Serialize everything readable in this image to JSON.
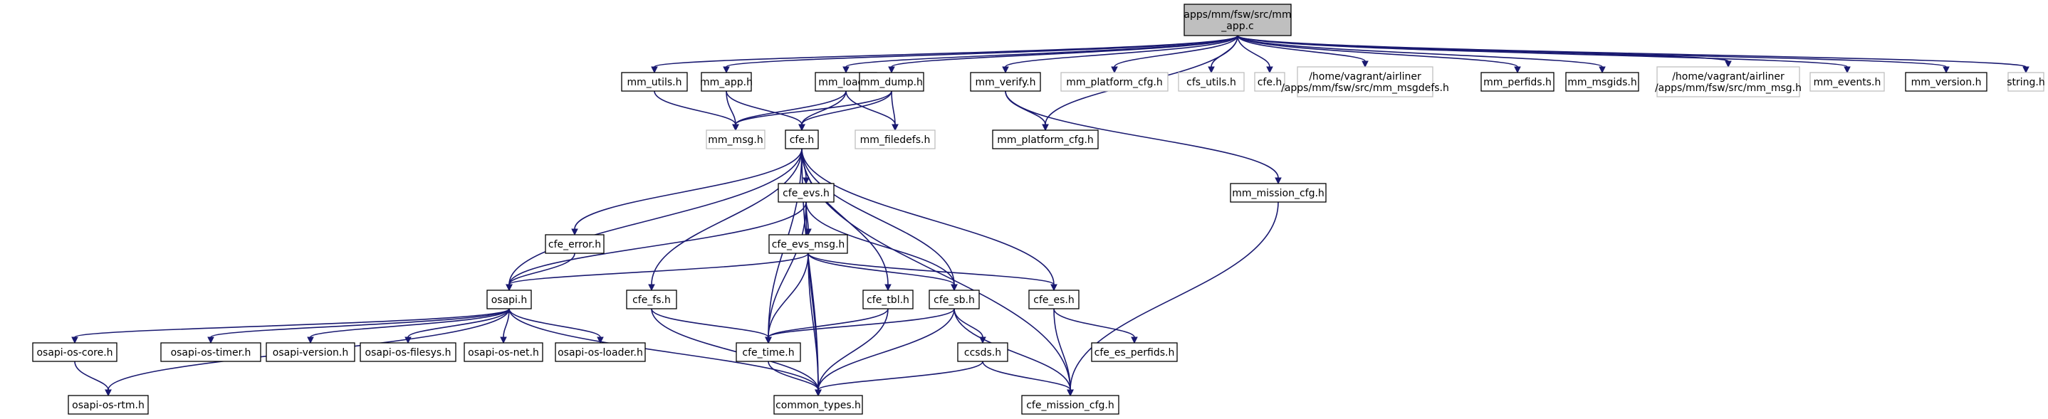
{
  "graph": {
    "nodes": {
      "root": {
        "lines": [
          "apps/mm/fsw/src/mm",
          "_app.c"
        ],
        "style": "root"
      },
      "mm_utils": {
        "lines": [
          "mm_utils.h"
        ],
        "style": "normal"
      },
      "mm_app": {
        "lines": [
          "mm_app.h"
        ],
        "style": "normal"
      },
      "mm_load": {
        "lines": [
          "mm_load.h"
        ],
        "style": "normal"
      },
      "mm_dump": {
        "lines": [
          "mm_dump.h"
        ],
        "style": "normal"
      },
      "mm_verify": {
        "lines": [
          "mm_verify.h"
        ],
        "style": "normal"
      },
      "mm_platform_cfg_missing": {
        "lines": [
          "mm_platform_cfg.h"
        ],
        "style": "missing"
      },
      "cfs_utils": {
        "lines": [
          "cfs_utils.h"
        ],
        "style": "missing"
      },
      "cfe_top": {
        "lines": [
          "cfe.h"
        ],
        "style": "missing"
      },
      "mm_msgdefs": {
        "lines": [
          "/home/vagrant/airliner",
          "/apps/mm/fsw/src/mm_msgdefs.h"
        ],
        "style": "missing"
      },
      "mm_perfids": {
        "lines": [
          "mm_perfids.h"
        ],
        "style": "normal"
      },
      "mm_msgids": {
        "lines": [
          "mm_msgids.h"
        ],
        "style": "normal"
      },
      "mm_msg_path": {
        "lines": [
          "/home/vagrant/airliner",
          "/apps/mm/fsw/src/mm_msg.h"
        ],
        "style": "missing"
      },
      "mm_events": {
        "lines": [
          "mm_events.h"
        ],
        "style": "missing"
      },
      "mm_version": {
        "lines": [
          "mm_version.h"
        ],
        "style": "normal"
      },
      "string": {
        "lines": [
          "string.h"
        ],
        "style": "missing"
      },
      "mm_msg": {
        "lines": [
          "mm_msg.h"
        ],
        "style": "missing"
      },
      "cfe": {
        "lines": [
          "cfe.h"
        ],
        "style": "normal"
      },
      "mm_filedefs": {
        "lines": [
          "mm_filedefs.h"
        ],
        "style": "missing"
      },
      "mm_platform_cfg": {
        "lines": [
          "mm_platform_cfg.h"
        ],
        "style": "normal"
      },
      "cfe_evs": {
        "lines": [
          "cfe_evs.h"
        ],
        "style": "normal"
      },
      "mm_mission_cfg": {
        "lines": [
          "mm_mission_cfg.h"
        ],
        "style": "normal"
      },
      "cfe_error": {
        "lines": [
          "cfe_error.h"
        ],
        "style": "normal"
      },
      "cfe_evs_msg": {
        "lines": [
          "cfe_evs_msg.h"
        ],
        "style": "normal"
      },
      "osapi": {
        "lines": [
          "osapi.h"
        ],
        "style": "normal"
      },
      "cfe_fs": {
        "lines": [
          "cfe_fs.h"
        ],
        "style": "normal"
      },
      "cfe_tbl": {
        "lines": [
          "cfe_tbl.h"
        ],
        "style": "normal"
      },
      "cfe_sb": {
        "lines": [
          "cfe_sb.h"
        ],
        "style": "normal"
      },
      "cfe_es": {
        "lines": [
          "cfe_es.h"
        ],
        "style": "normal"
      },
      "osapi_os_core": {
        "lines": [
          "osapi-os-core.h"
        ],
        "style": "normal"
      },
      "osapi_os_timer": {
        "lines": [
          "osapi-os-timer.h"
        ],
        "style": "normal"
      },
      "osapi_version": {
        "lines": [
          "osapi-version.h"
        ],
        "style": "normal"
      },
      "osapi_os_filesys": {
        "lines": [
          "osapi-os-filesys.h"
        ],
        "style": "normal"
      },
      "osapi_os_net": {
        "lines": [
          "osapi-os-net.h"
        ],
        "style": "normal"
      },
      "osapi_os_loader": {
        "lines": [
          "osapi-os-loader.h"
        ],
        "style": "normal"
      },
      "cfe_time": {
        "lines": [
          "cfe_time.h"
        ],
        "style": "normal"
      },
      "ccsds": {
        "lines": [
          "ccsds.h"
        ],
        "style": "normal"
      },
      "cfe_es_perfids": {
        "lines": [
          "cfe_es_perfids.h"
        ],
        "style": "normal"
      },
      "osapi_os_rtm": {
        "lines": [
          "osapi-os-rtm.h"
        ],
        "style": "normal"
      },
      "common_types": {
        "lines": [
          "common_types.h"
        ],
        "style": "normal"
      },
      "cfe_mission_cfg": {
        "lines": [
          "cfe_mission_cfg.h"
        ],
        "style": "normal"
      }
    },
    "edges": [
      [
        "root",
        "mm_utils"
      ],
      [
        "root",
        "mm_app"
      ],
      [
        "root",
        "mm_load"
      ],
      [
        "root",
        "mm_dump"
      ],
      [
        "root",
        "mm_verify"
      ],
      [
        "root",
        "mm_platform_cfg_missing"
      ],
      [
        "root",
        "cfs_utils"
      ],
      [
        "root",
        "cfe_top"
      ],
      [
        "root",
        "mm_msgdefs"
      ],
      [
        "root",
        "mm_perfids"
      ],
      [
        "root",
        "mm_msgids"
      ],
      [
        "root",
        "mm_msg_path"
      ],
      [
        "root",
        "mm_events"
      ],
      [
        "root",
        "mm_version"
      ],
      [
        "root",
        "string"
      ],
      [
        "root",
        "mm_platform_cfg"
      ],
      [
        "mm_utils",
        "mm_msg"
      ],
      [
        "mm_app",
        "mm_msg"
      ],
      [
        "mm_app",
        "cfe"
      ],
      [
        "mm_load",
        "mm_msg"
      ],
      [
        "mm_load",
        "cfe"
      ],
      [
        "mm_load",
        "mm_filedefs"
      ],
      [
        "mm_dump",
        "mm_msg"
      ],
      [
        "mm_dump",
        "cfe"
      ],
      [
        "mm_dump",
        "mm_filedefs"
      ],
      [
        "mm_verify",
        "mm_platform_cfg"
      ],
      [
        "mm_verify",
        "mm_mission_cfg"
      ],
      [
        "cfe",
        "cfe_evs"
      ],
      [
        "cfe",
        "cfe_error"
      ],
      [
        "cfe",
        "osapi"
      ],
      [
        "cfe",
        "cfe_fs"
      ],
      [
        "cfe",
        "cfe_tbl"
      ],
      [
        "cfe",
        "cfe_sb"
      ],
      [
        "cfe",
        "cfe_es"
      ],
      [
        "cfe",
        "cfe_time"
      ],
      [
        "cfe",
        "common_types"
      ],
      [
        "cfe",
        "cfe_mission_cfg"
      ],
      [
        "cfe_evs",
        "cfe_evs_msg"
      ],
      [
        "cfe_evs",
        "osapi"
      ],
      [
        "cfe_evs",
        "cfe_sb"
      ],
      [
        "cfe_evs",
        "cfe_time"
      ],
      [
        "cfe_evs",
        "common_types"
      ],
      [
        "cfe_error",
        "osapi"
      ],
      [
        "cfe_evs_msg",
        "osapi"
      ],
      [
        "cfe_evs_msg",
        "cfe_sb"
      ],
      [
        "cfe_evs_msg",
        "cfe_es"
      ],
      [
        "cfe_evs_msg",
        "cfe_time"
      ],
      [
        "cfe_evs_msg",
        "common_types"
      ],
      [
        "osapi",
        "osapi_os_core"
      ],
      [
        "osapi",
        "osapi_os_timer"
      ],
      [
        "osapi",
        "osapi_version"
      ],
      [
        "osapi",
        "osapi_os_filesys"
      ],
      [
        "osapi",
        "osapi_os_net"
      ],
      [
        "osapi",
        "osapi_os_loader"
      ],
      [
        "osapi",
        "osapi_os_rtm"
      ],
      [
        "osapi",
        "common_types"
      ],
      [
        "cfe_fs",
        "cfe_time"
      ],
      [
        "cfe_fs",
        "common_types"
      ],
      [
        "cfe_tbl",
        "cfe_time"
      ],
      [
        "cfe_tbl",
        "common_types"
      ],
      [
        "cfe_sb",
        "cfe_time"
      ],
      [
        "cfe_sb",
        "ccsds"
      ],
      [
        "cfe_sb",
        "common_types"
      ],
      [
        "cfe_sb",
        "cfe_mission_cfg"
      ],
      [
        "cfe_es",
        "cfe_es_perfids"
      ],
      [
        "cfe_es",
        "cfe_mission_cfg"
      ],
      [
        "osapi_os_core",
        "osapi_os_rtm"
      ],
      [
        "cfe_time",
        "common_types"
      ],
      [
        "ccsds",
        "common_types"
      ],
      [
        "ccsds",
        "cfe_mission_cfg"
      ],
      [
        "mm_mission_cfg",
        "cfe_mission_cfg"
      ]
    ]
  }
}
